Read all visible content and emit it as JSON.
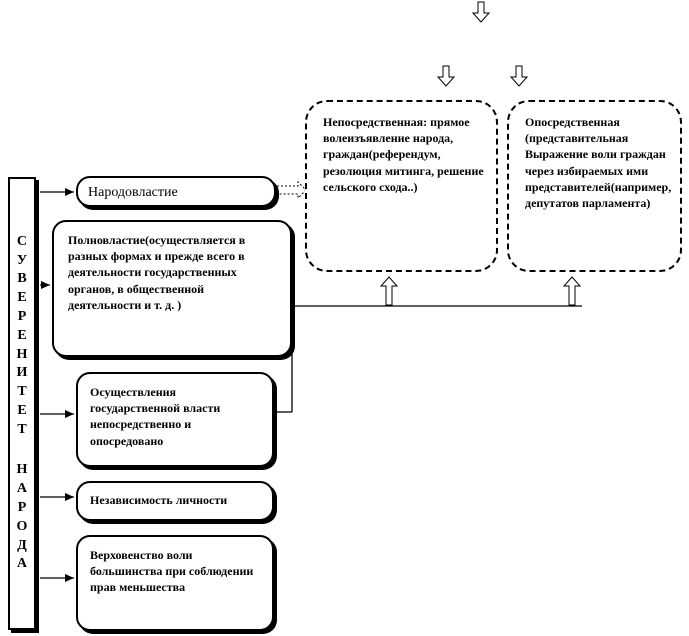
{
  "sidebar_title": {
    "word1": [
      "С",
      "У",
      "В",
      "Е",
      "Р",
      "Е",
      "Н",
      "И",
      "Т",
      "Е",
      "Т"
    ],
    "word2": [
      "Н",
      "А",
      "Р",
      "О",
      "Д",
      "А"
    ]
  },
  "boxes": {
    "narodovlastie": "Народовластие",
    "polnovlastie": "Полновластие(осуществляется в разных формах и прежде всего в деятельности государственных органов, в общественной деятельности и т. д. )",
    "osushchestvlenie": "Осуществления государственной власти непосредственно и опосредовано",
    "nezavisimost": "Независимость личности",
    "verkhovenstvo": "Верховенство воли большинства при соблюдении прав меньшества"
  },
  "dashed_boxes": {
    "neposredstvennaya": "Непосредственная: прямое волеизъявление народа, граждан(референдум, резолюция митинга, решение сельского схода..)",
    "oposredstvennaya": "Опосредственная (представительная Выражение воли граждан через избираемых ими представителей(например, депутатов парламента)"
  }
}
